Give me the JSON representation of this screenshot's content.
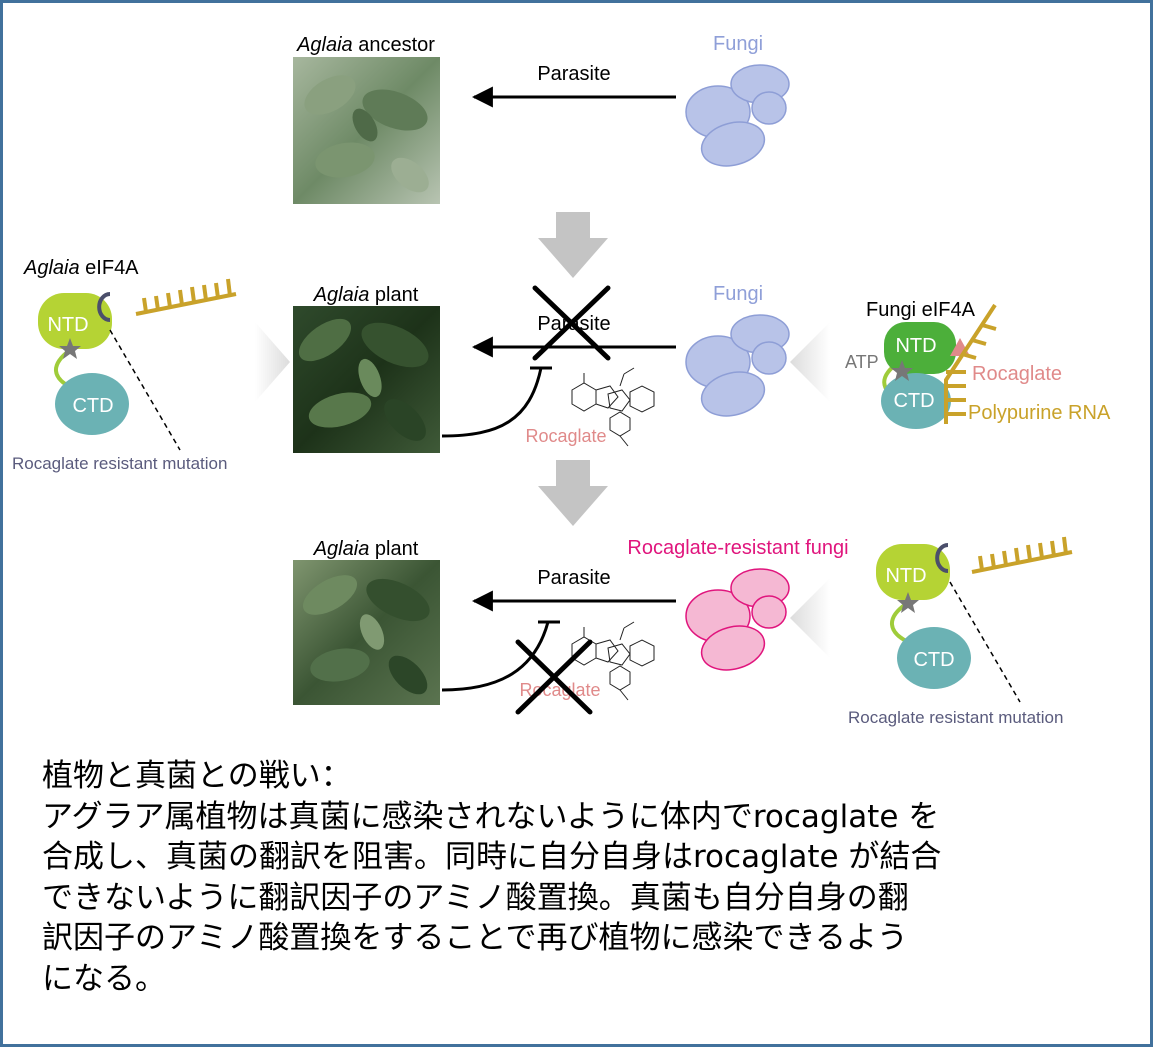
{
  "top": {
    "title_italic": "Aglaia",
    "title_rest": " ancestor",
    "fungi_label": "Fungi",
    "arrow_label": "Parasite"
  },
  "middle": {
    "title_italic": "Aglaia",
    "title_rest": " plant",
    "fungi_label": "Fungi",
    "arrow_label": "Parasite",
    "compound_label": "Rocaglate"
  },
  "bottom": {
    "title_italic": "Aglaia",
    "title_rest": " plant",
    "fungi_label": "Rocaglate-resistant fungi",
    "arrow_label": "Parasite",
    "compound_label": "Rocaglate"
  },
  "left_panel": {
    "title_italic": "Aglaia",
    "title_rest": " eIF4A",
    "ntd": "NTD",
    "ctd": "CTD",
    "mutation_label": "Rocaglate resistant mutation"
  },
  "right_panel": {
    "title": "Fungi eIF4A",
    "ntd": "NTD",
    "ctd": "CTD",
    "atp": "ATP",
    "rocaglate": "Rocaglate",
    "rna": "Polypurine RNA"
  },
  "bottom_right_panel": {
    "ntd": "NTD",
    "ctd": "CTD",
    "mutation_label": "Rocaglate resistant mutation"
  },
  "caption": {
    "heading": "植物と真菌との戦い：",
    "lines": [
      "アグラア属植物は真菌に感染されないように体内でrocaglate を",
      "合成し、真菌の翻訳を阻害。同時に自分自身はrocaglate が結合",
      "できないように翻訳因子のアミノ酸置換。真菌も自分自身の翻",
      "訳因子のアミノ酸置換をすることで再び植物に感染できるよう",
      "になる。"
    ]
  },
  "colors": {
    "fungi": "#b8c3e8",
    "fungi_resistant": "#f5b8d3",
    "ntd_light": "#b5d334",
    "ntd_dark": "#4caf3a",
    "ctd": "#6bb2b4",
    "rna": "#c9a22a",
    "rocaglate": "#e08a8a",
    "magenta": "#e0157d"
  }
}
